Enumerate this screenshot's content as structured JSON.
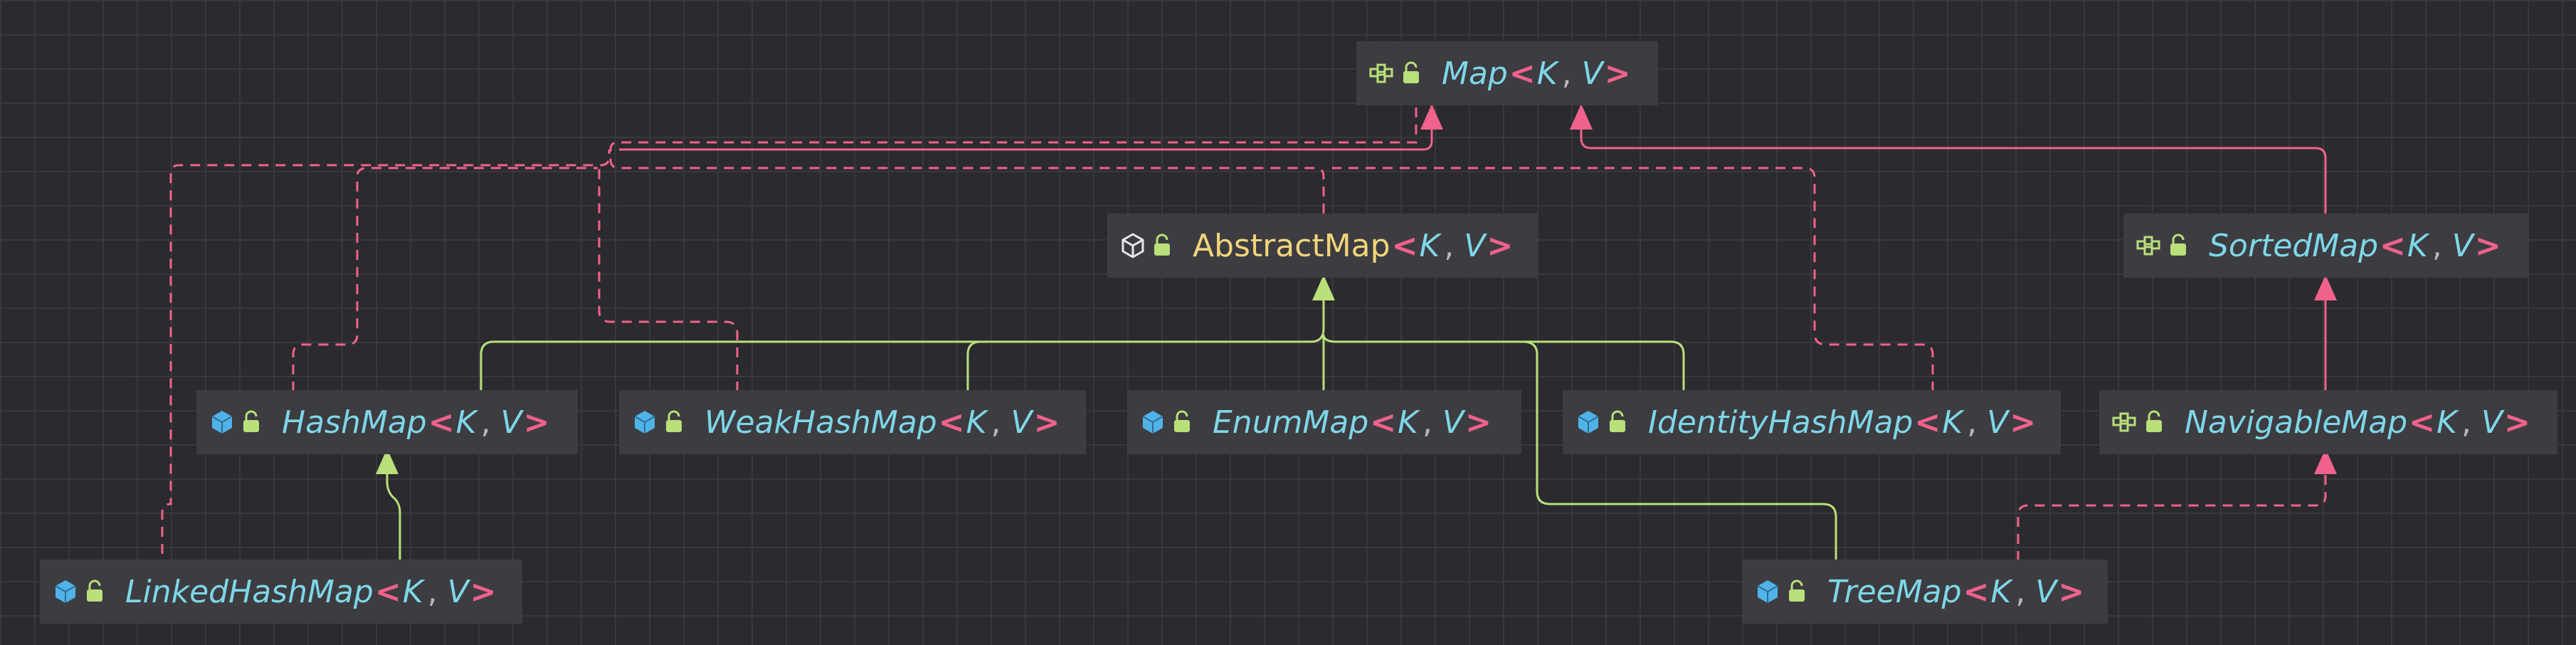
{
  "colors": {
    "background": "#2b2a2e",
    "grid": "#39383c",
    "node_bg": "#3d3c41",
    "type_name": "#7ed7e8",
    "abstract_name": "#f1d57a",
    "angle_bracket": "#f0628b",
    "extends_edge": "#b9e07a",
    "implements_edge": "#f0628b"
  },
  "nodes": {
    "map": {
      "icon": "interface-icon",
      "name": "Map",
      "params": [
        "K",
        "V"
      ]
    },
    "abstractmap": {
      "icon": "abstract-class-icon",
      "name": "AbstractMap",
      "params": [
        "K",
        "V"
      ]
    },
    "sortedmap": {
      "icon": "interface-icon",
      "name": "SortedMap",
      "params": [
        "K",
        "V"
      ]
    },
    "hashmap": {
      "icon": "class-icon",
      "name": "HashMap",
      "params": [
        "K",
        "V"
      ]
    },
    "weakhashmap": {
      "icon": "class-icon",
      "name": "WeakHashMap",
      "params": [
        "K",
        "V"
      ]
    },
    "enummap": {
      "icon": "class-icon",
      "name": "EnumMap",
      "params": [
        "K",
        "V"
      ]
    },
    "identityhashmap": {
      "icon": "class-icon",
      "name": "IdentityHashMap",
      "params": [
        "K",
        "V"
      ]
    },
    "navigablemap": {
      "icon": "interface-icon",
      "name": "NavigableMap",
      "params": [
        "K",
        "V"
      ]
    },
    "linkedhashmap": {
      "icon": "class-icon",
      "name": "LinkedHashMap",
      "params": [
        "K",
        "V"
      ]
    },
    "treemap": {
      "icon": "class-icon",
      "name": "TreeMap",
      "params": [
        "K",
        "V"
      ]
    }
  },
  "relations": [
    {
      "from": "sortedmap",
      "to": "map",
      "kind": "extends-interface"
    },
    {
      "from": "navigablemap",
      "to": "sortedmap",
      "kind": "extends-interface"
    },
    {
      "from": "abstractmap",
      "to": "map",
      "kind": "implements"
    },
    {
      "from": "hashmap",
      "to": "map",
      "kind": "implements"
    },
    {
      "from": "weakhashmap",
      "to": "map",
      "kind": "implements"
    },
    {
      "from": "identityhashmap",
      "to": "map",
      "kind": "implements"
    },
    {
      "from": "linkedhashmap",
      "to": "map",
      "kind": "implements"
    },
    {
      "from": "treemap",
      "to": "navigablemap",
      "kind": "implements"
    },
    {
      "from": "hashmap",
      "to": "abstractmap",
      "kind": "extends"
    },
    {
      "from": "weakhashmap",
      "to": "abstractmap",
      "kind": "extends"
    },
    {
      "from": "enummap",
      "to": "abstractmap",
      "kind": "extends"
    },
    {
      "from": "identityhashmap",
      "to": "abstractmap",
      "kind": "extends"
    },
    {
      "from": "treemap",
      "to": "abstractmap",
      "kind": "extends"
    },
    {
      "from": "linkedhashmap",
      "to": "hashmap",
      "kind": "extends"
    }
  ]
}
